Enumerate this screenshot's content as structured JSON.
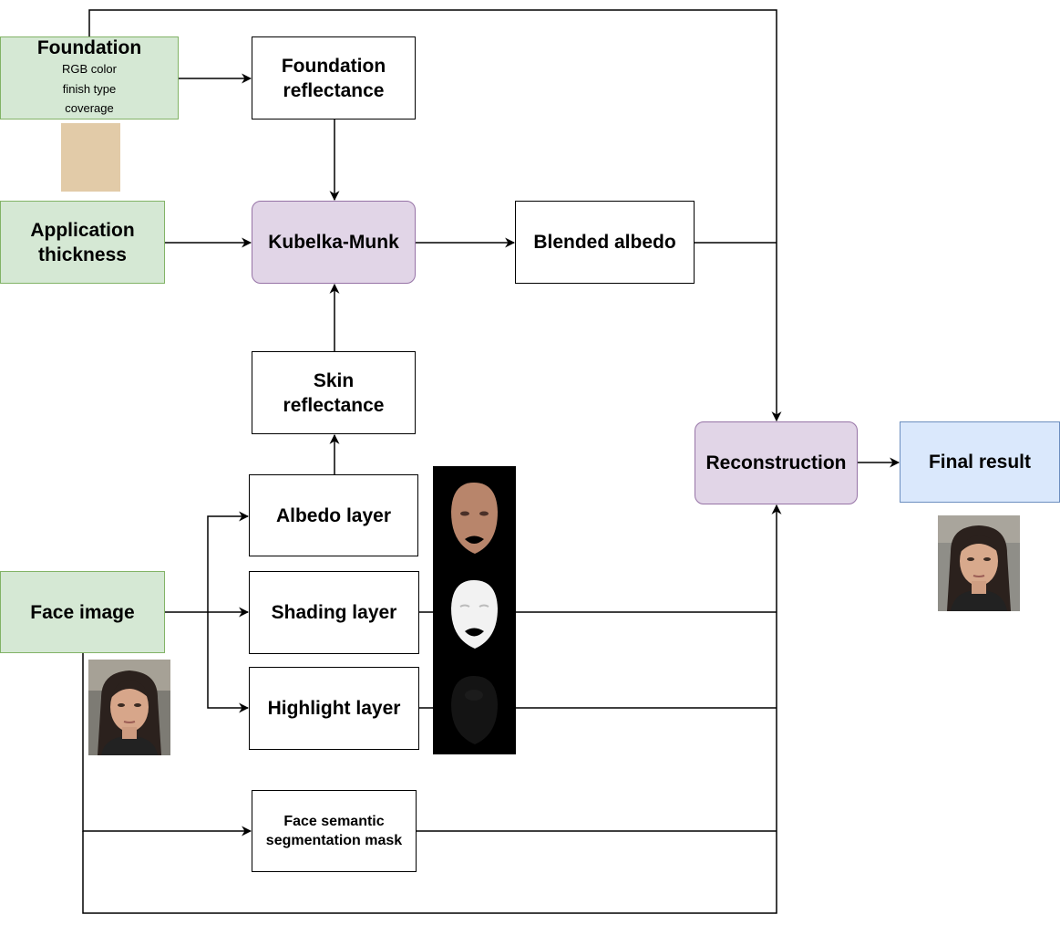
{
  "colors": {
    "input_fill": "#d5e8d4",
    "process_fill": "#e1d5e7",
    "output_fill": "#dae8fc",
    "swatch": "#e2cba8"
  },
  "nodes": {
    "foundation": {
      "title": "Foundation",
      "attrs": [
        "RGB color",
        "finish type",
        "coverage"
      ]
    },
    "foundation_reflectance": {
      "line1": "Foundation",
      "line2": "reflectance"
    },
    "application_thickness": {
      "line1": "Application",
      "line2": "thickness"
    },
    "kubelka_munk": {
      "label": "Kubelka-Munk"
    },
    "blended_albedo": {
      "label": "Blended albedo"
    },
    "skin_reflectance": {
      "line1": "Skin",
      "line2": "reflectance"
    },
    "reconstruction": {
      "label": "Reconstruction"
    },
    "final_result": {
      "label": "Final result"
    },
    "albedo_layer": {
      "label": "Albedo layer"
    },
    "face_image": {
      "label": "Face image"
    },
    "shading_layer": {
      "label": "Shading layer"
    },
    "highlight_layer": {
      "label": "Highlight layer"
    },
    "segmentation_mask": {
      "line1": "Face semantic",
      "line2": "segmentation mask"
    }
  }
}
